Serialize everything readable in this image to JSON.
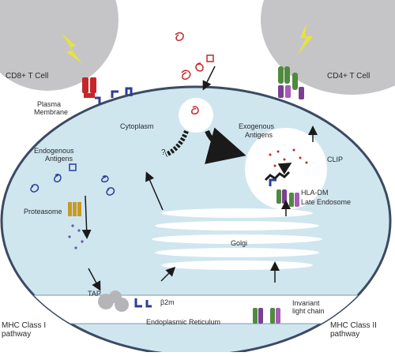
{
  "labels": {
    "cd8": "CD8+ T Cell",
    "cd4": "CD4+ T Cell",
    "plasma_membrane_1": "Plasma",
    "plasma_membrane_2": "Membrane",
    "cytoplasm": "Cytoplasm",
    "exogenous_1": "Exogenous",
    "exogenous_2": "Antigens",
    "endogenous_1": "Endogenous",
    "endogenous_2": "Antigens",
    "proteasome": "Proteasome",
    "clip": "CLIP",
    "hla_dm": "HLA-DM",
    "late_endosome": "Late Endosome",
    "golgi": "Golgi",
    "tap": "TAP",
    "b2m": "β2m",
    "invariant_1": "Invariant",
    "invariant_2": "light chain",
    "er": "Endoplasmic Reticulum",
    "mhc1_1": "MHC Class I",
    "mhc1_2": "pathway",
    "mhc2_1": "MHC Class II",
    "mhc2_2": "pathway",
    "question": "?"
  },
  "colors": {
    "cell_fill": "#cfe6ef",
    "membrane": "#3c4a62",
    "tcell": "#c5c5c8",
    "lightning": "#e8e436",
    "er_band": "#ffffff",
    "mhc_green": "#4f8a3f",
    "mhc_purple": "#7a3f93",
    "antigen_red": "#c5262a",
    "antigen_blue": "#2c3f96",
    "proteasome": "#c69a29"
  }
}
